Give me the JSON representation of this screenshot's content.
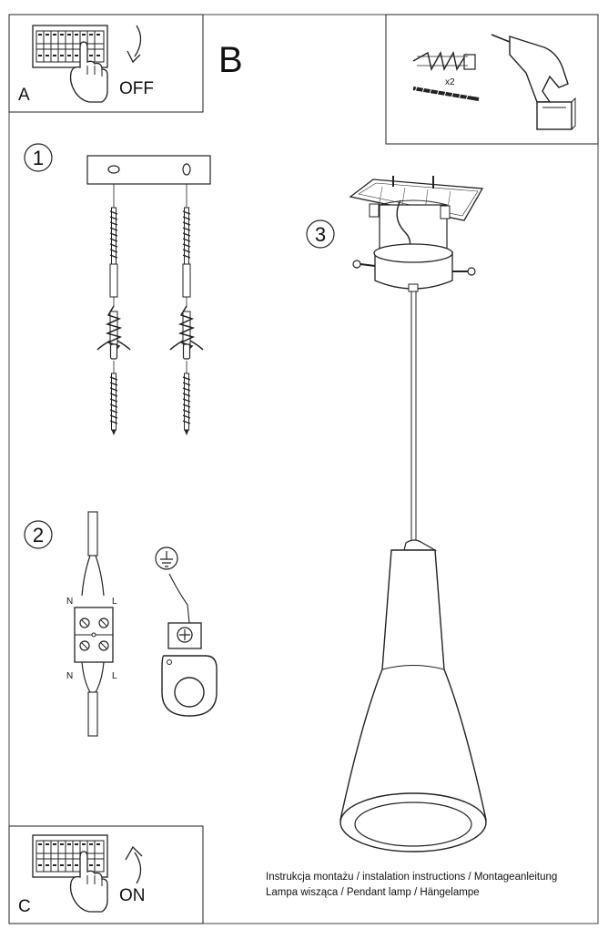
{
  "panels": {
    "a_letter": "A",
    "a_text": "OFF",
    "b_letter": "B",
    "c_letter": "C",
    "c_text": "ON"
  },
  "tools": {
    "quantity": "x2"
  },
  "steps": {
    "step1": "1",
    "step2": "2",
    "step3": "3"
  },
  "wiring": {
    "n_top": "N",
    "l_top": "L",
    "n_bottom": "N",
    "l_bottom": "L"
  },
  "footer": {
    "line1": "Instrukcja montażu / instalation instructions / Montageanleitung",
    "line2": "Lampa wisząca / Pendant lamp / Hängelampe"
  }
}
